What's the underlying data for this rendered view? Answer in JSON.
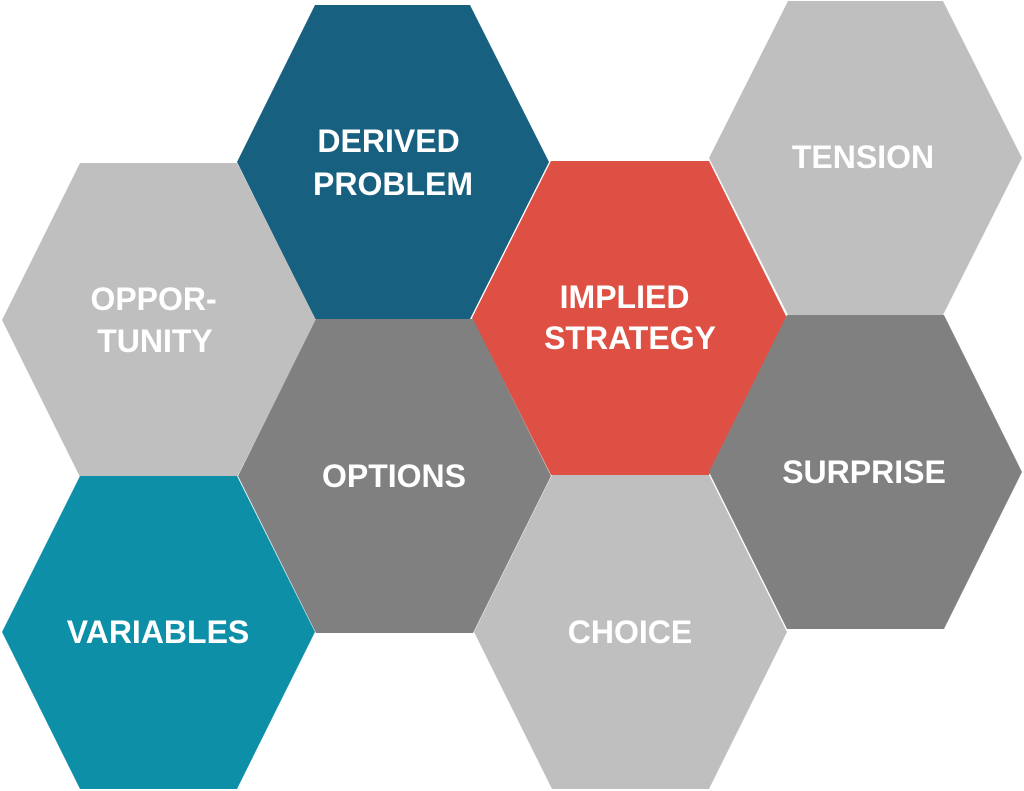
{
  "colors": {
    "background": "#ffffff",
    "text": "#ffffff",
    "dark_blue": "#17607f",
    "red": "#de5044",
    "teal": "#0d8fa8",
    "light_gray": "#bfbfbf",
    "dark_gray": "#808080"
  },
  "hexagons": [
    {
      "id": "tension",
      "lines": [
        "TENSION"
      ],
      "color": "#bfbfbf"
    },
    {
      "id": "derived-problem",
      "lines": [
        "DERIVED",
        "PROBLEM"
      ],
      "color": "#17607f"
    },
    {
      "id": "opportunity",
      "lines": [
        "OPPOR-",
        "TUNITY"
      ],
      "color": "#bfbfbf"
    },
    {
      "id": "implied-strategy",
      "lines": [
        "IMPLIED",
        "STRATEGY"
      ],
      "color": "#de5044"
    },
    {
      "id": "options",
      "lines": [
        "OPTIONS"
      ],
      "color": "#808080"
    },
    {
      "id": "surprise",
      "lines": [
        "SURPRISE"
      ],
      "color": "#808080"
    },
    {
      "id": "variables",
      "lines": [
        "VARIABLES"
      ],
      "color": "#0d8fa8"
    },
    {
      "id": "choice",
      "lines": [
        "CHOICE"
      ],
      "color": "#bfbfbf"
    }
  ]
}
